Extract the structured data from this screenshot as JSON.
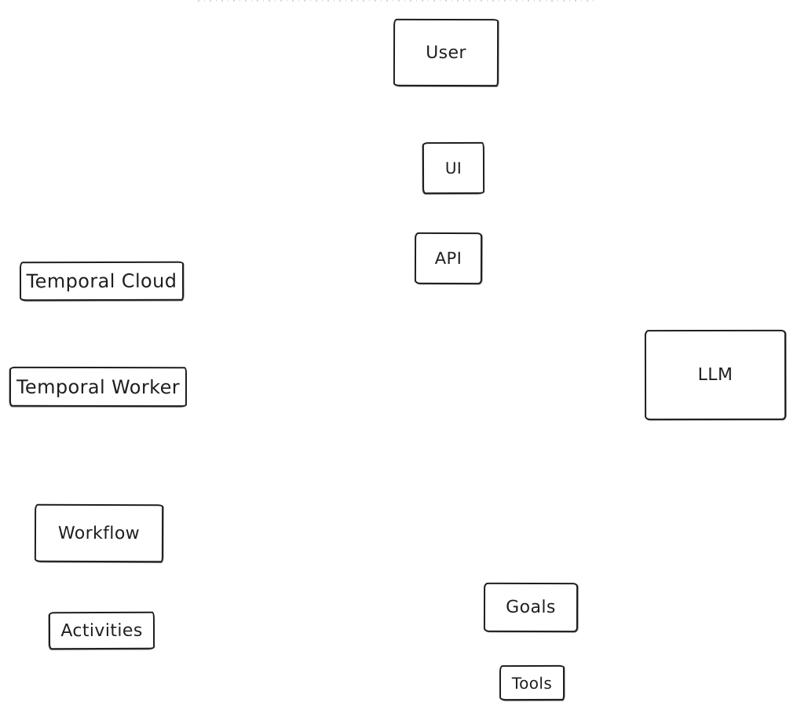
{
  "diagram": {
    "background_color": "#ffffff",
    "stroke_color": "#1e1e1e",
    "node_fill_color": "#ffffff",
    "nodes": [
      {
        "id": "user",
        "label": "User"
      },
      {
        "id": "ui",
        "label": "UI"
      },
      {
        "id": "api",
        "label": "API"
      },
      {
        "id": "temporal-cloud",
        "label": "Temporal Cloud"
      },
      {
        "id": "temporal-worker",
        "label": "Temporal Worker"
      },
      {
        "id": "llm",
        "label": "LLM"
      },
      {
        "id": "workflow",
        "label": "Workflow"
      },
      {
        "id": "activities",
        "label": "Activities"
      },
      {
        "id": "goals",
        "label": "Goals"
      },
      {
        "id": "tools",
        "label": "Tools"
      }
    ]
  }
}
